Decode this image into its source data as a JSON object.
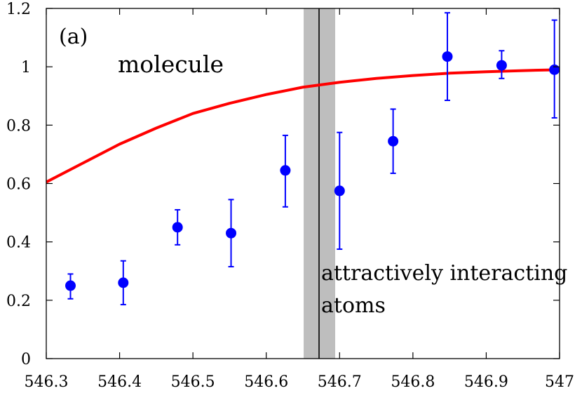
{
  "chart_data": {
    "type": "scatter",
    "panel_label": "(a)",
    "annotations": [
      {
        "text": "molecule"
      },
      {
        "text": "attractively interacting"
      },
      {
        "text": "atoms"
      }
    ],
    "xlim": [
      546.3,
      547.0
    ],
    "ylim": [
      0,
      1.2
    ],
    "xticks": [
      546.3,
      546.4,
      546.5,
      546.6,
      546.7,
      546.8,
      546.9,
      547.0
    ],
    "xtick_labels": [
      "546.3",
      "546.4",
      "546.5",
      "546.6",
      "546.7",
      "546.8",
      "546.9",
      "547"
    ],
    "yticks": [
      0,
      0.2,
      0.4,
      0.6,
      0.8,
      1.0,
      1.2
    ],
    "ytick_labels": [
      "0",
      "0.2",
      "0.4",
      "0.6",
      "0.8",
      "1",
      "1.2"
    ],
    "grid": false,
    "shaded_band": {
      "x_from": 546.651,
      "x_to": 546.694,
      "color": "#bebebe"
    },
    "vertical_line": {
      "x": 546.672,
      "color": "#000000"
    },
    "series": [
      {
        "kind": "points_with_errorbars",
        "color": "#0000ff",
        "x": [
          546.333,
          546.405,
          546.479,
          546.552,
          546.626,
          546.7,
          546.773,
          546.847,
          546.921,
          546.993
        ],
        "y": [
          0.25,
          0.26,
          0.45,
          0.43,
          0.645,
          0.575,
          0.745,
          1.035,
          1.005,
          0.99
        ],
        "yerr_low": [
          0.205,
          0.185,
          0.39,
          0.315,
          0.52,
          0.375,
          0.635,
          0.885,
          0.96,
          0.825
        ],
        "yerr_high": [
          0.29,
          0.335,
          0.51,
          0.545,
          0.765,
          0.775,
          0.855,
          1.185,
          1.055,
          1.16
        ]
      },
      {
        "kind": "curve",
        "color": "#ff0000",
        "x": [
          546.3,
          546.35,
          546.4,
          546.45,
          546.5,
          546.55,
          546.6,
          546.65,
          546.7,
          546.75,
          546.8,
          546.85,
          546.9,
          546.95,
          547.0
        ],
        "y": [
          0.605,
          0.67,
          0.735,
          0.79,
          0.84,
          0.875,
          0.905,
          0.93,
          0.947,
          0.96,
          0.97,
          0.978,
          0.983,
          0.987,
          0.99
        ]
      }
    ]
  }
}
